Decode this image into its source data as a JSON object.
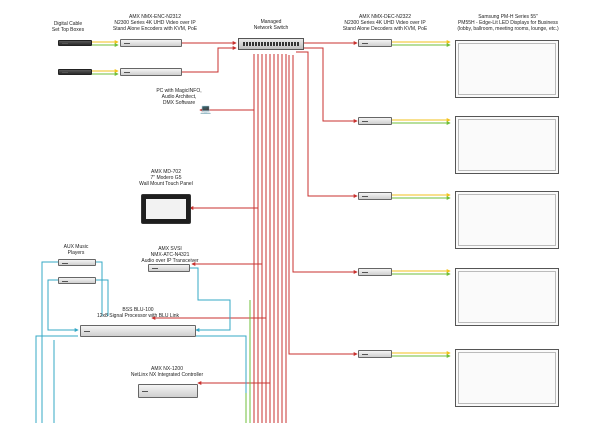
{
  "labels": {
    "cable_boxes": [
      "Digital Cable",
      "Set Top Boxes"
    ],
    "encoder": [
      "AMX NMX-ENC-N2312",
      "N2300 Series 4K UHD Video over IP",
      "Stand Alone Encoders with KVM, PoE"
    ],
    "switch": [
      "Managed",
      "Network Switch"
    ],
    "decoder": [
      "AMX NMX-DEC-N2322",
      "N2300 Series 4K UHD Video over IP",
      "Stand Alone Decoders with KVM, PoE"
    ],
    "displays": [
      "Samsung PM-H Series 55\"",
      "PM55H - Edge-Lit LED Displays for Business",
      "(lobby, ballroom, meeting rooms, lounge, etc.)"
    ],
    "pc": [
      "PC with MagicINFO,",
      "Audio Architect,",
      "DMX Software"
    ],
    "touch_panel": [
      "AMX MD-702",
      "7\" Modero G5",
      "Wall Mount Touch Panel"
    ],
    "aux": [
      "AUX Music",
      "Players"
    ],
    "transceiver": [
      "AMX SVSI",
      "NMX-ATC-N4321",
      "Audio over IP Transceiver"
    ],
    "dsp": [
      "BSS BLU-100",
      "12x8 Signal Processor with BLU Link"
    ],
    "controller": [
      "AMX NX-1200",
      "NetLinx NX Integrated Controller"
    ]
  },
  "colors": {
    "hdmi_yellow": "#f2c21b",
    "hdmi_green": "#6fbf3a",
    "network_red": "#c8322f",
    "audio_teal": "#35a8c6"
  },
  "icons": {
    "pc": "computer-icon"
  }
}
